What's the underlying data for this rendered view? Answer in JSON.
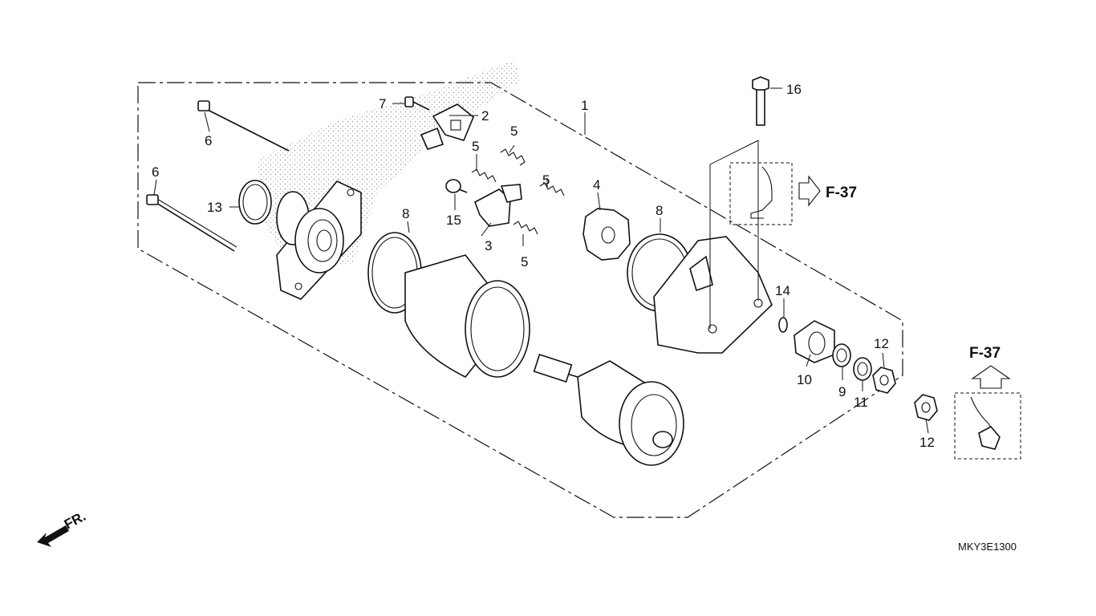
{
  "diagram": {
    "part_labels": [
      {
        "id": "p1",
        "text": "1"
      },
      {
        "id": "p2",
        "text": "2"
      },
      {
        "id": "p3",
        "text": "3"
      },
      {
        "id": "p4",
        "text": "4"
      },
      {
        "id": "p5a",
        "text": "5"
      },
      {
        "id": "p5b",
        "text": "5"
      },
      {
        "id": "p5c",
        "text": "5"
      },
      {
        "id": "p5d",
        "text": "5"
      },
      {
        "id": "p6a",
        "text": "6"
      },
      {
        "id": "p6b",
        "text": "6"
      },
      {
        "id": "p7",
        "text": "7"
      },
      {
        "id": "p8a",
        "text": "8"
      },
      {
        "id": "p8b",
        "text": "8"
      },
      {
        "id": "p9",
        "text": "9"
      },
      {
        "id": "p10",
        "text": "10"
      },
      {
        "id": "p11",
        "text": "11"
      },
      {
        "id": "p12a",
        "text": "12"
      },
      {
        "id": "p12b",
        "text": "12"
      },
      {
        "id": "p13",
        "text": "13"
      },
      {
        "id": "p14",
        "text": "14"
      },
      {
        "id": "p15",
        "text": "15"
      },
      {
        "id": "p16",
        "text": "16"
      }
    ],
    "references": [
      {
        "id": "ref1",
        "text": "F-37"
      },
      {
        "id": "ref2",
        "text": "F-37"
      }
    ],
    "direction_label": "FR.",
    "drawing_code": "MKY3E1300"
  }
}
